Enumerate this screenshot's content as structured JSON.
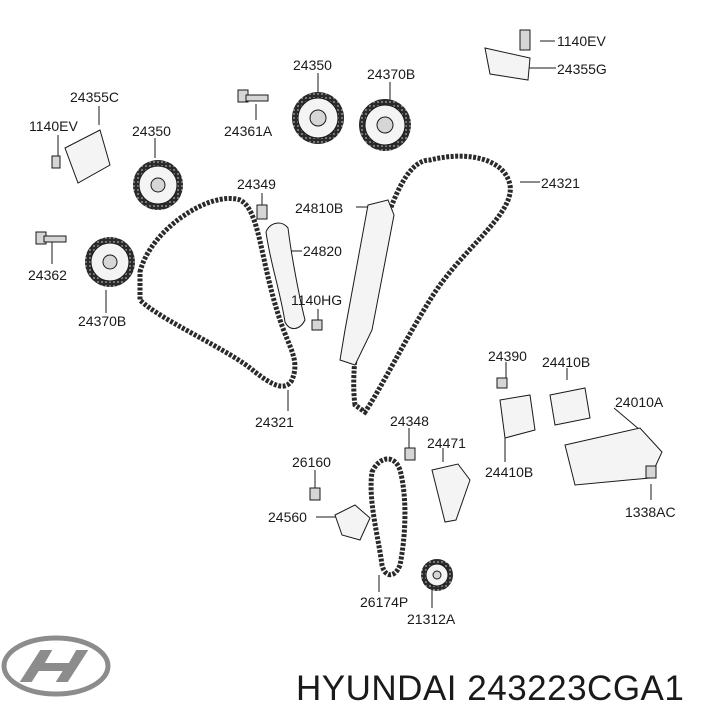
{
  "brand": {
    "maker": "HYUNDAI",
    "part_number": "243223CGA1",
    "logo_icon": "hyundai-logo-icon"
  },
  "parts": [
    {
      "id": "1140EV",
      "label": "1140EV"
    },
    {
      "id": "24355G",
      "label": "24355G"
    },
    {
      "id": "24350-a",
      "label": "24350"
    },
    {
      "id": "24370B-a",
      "label": "24370B"
    },
    {
      "id": "24355C",
      "label": "24355C"
    },
    {
      "id": "1140EV-b",
      "label": "1140EV"
    },
    {
      "id": "24350-b",
      "label": "24350"
    },
    {
      "id": "24361A",
      "label": "24361A"
    },
    {
      "id": "24321-a",
      "label": "24321"
    },
    {
      "id": "24349",
      "label": "24349"
    },
    {
      "id": "24810B",
      "label": "24810B"
    },
    {
      "id": "24820",
      "label": "24820"
    },
    {
      "id": "24362",
      "label": "24362"
    },
    {
      "id": "1140HG",
      "label": "1140HG"
    },
    {
      "id": "24370B-b",
      "label": "24370B"
    },
    {
      "id": "24390",
      "label": "24390"
    },
    {
      "id": "24410B-a",
      "label": "24410B"
    },
    {
      "id": "24010A",
      "label": "24010A"
    },
    {
      "id": "24321-b",
      "label": "24321"
    },
    {
      "id": "24348",
      "label": "24348"
    },
    {
      "id": "24471",
      "label": "24471"
    },
    {
      "id": "24410B-b",
      "label": "24410B"
    },
    {
      "id": "26160",
      "label": "26160"
    },
    {
      "id": "1338AC",
      "label": "1338AC"
    },
    {
      "id": "24560",
      "label": "24560"
    },
    {
      "id": "26174P",
      "label": "26174P"
    },
    {
      "id": "21312A",
      "label": "21312A"
    }
  ],
  "colors": {
    "line": "#1a1a1a",
    "part_fill": "#f4f4f4",
    "part_shade": "#d6d6d6",
    "chain": "#2a2a2a",
    "logo": "#8c8c8c"
  }
}
